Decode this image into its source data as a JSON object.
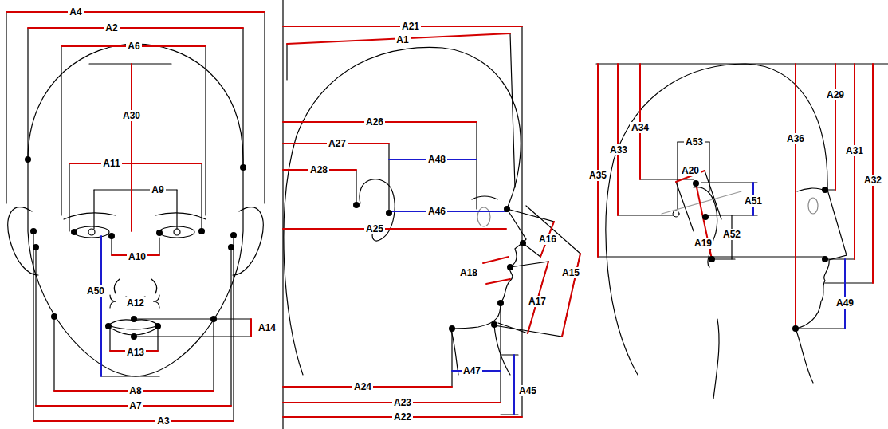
{
  "diagram": {
    "labels": [
      "A4",
      "A2",
      "A6",
      "A30",
      "A11",
      "A9",
      "A10",
      "A50",
      "A12",
      "A14",
      "A13",
      "A8",
      "A7",
      "A3",
      "A21",
      "A1",
      "A26",
      "A27",
      "A48",
      "A28",
      "A46",
      "A16",
      "A25",
      "A18",
      "A15",
      "A17",
      "A24",
      "A47",
      "A23",
      "A45",
      "A22",
      "A53",
      "A34",
      "A29",
      "A33",
      "A36",
      "A31",
      "A20",
      "A51",
      "A35",
      "A32",
      "A52",
      "A19",
      "A49"
    ]
  }
}
